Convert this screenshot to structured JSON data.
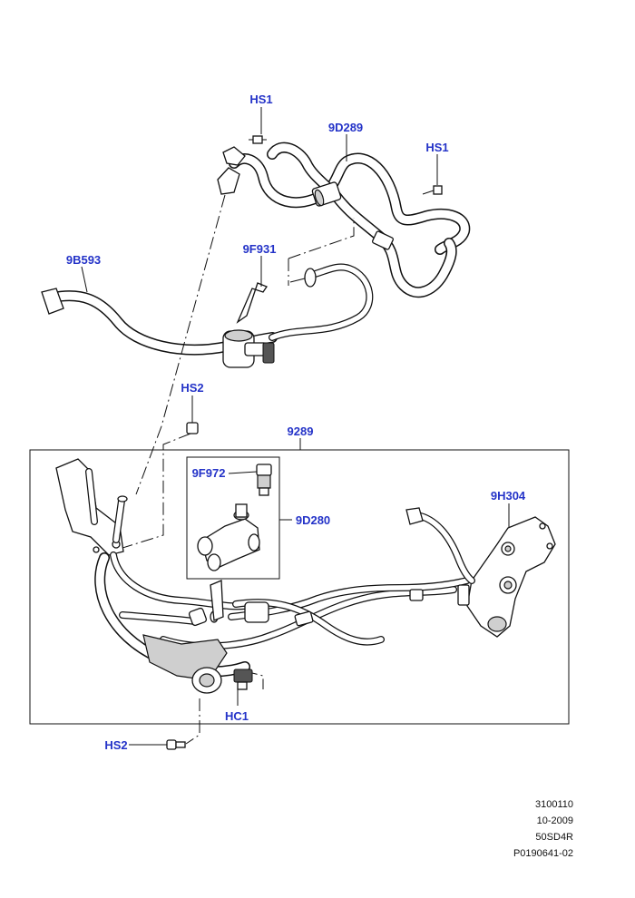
{
  "callouts": {
    "hs1_top": "HS1",
    "part_9d289": "9D289",
    "hs1_right": "HS1",
    "part_9b593": "9B593",
    "part_9f931": "9F931",
    "hs2_mid": "HS2",
    "part_9289": "9289",
    "part_9f972": "9F972",
    "part_9d280": "9D280",
    "part_9h304": "9H304",
    "hc1": "HC1",
    "hs2_bottom": "HS2"
  },
  "reference": {
    "line1": "3100110",
    "line2": "10-2009",
    "line3": "50SD4R",
    "line4": "P0190641-02"
  },
  "colors": {
    "callout": "#2433c8",
    "line": "#111111"
  }
}
